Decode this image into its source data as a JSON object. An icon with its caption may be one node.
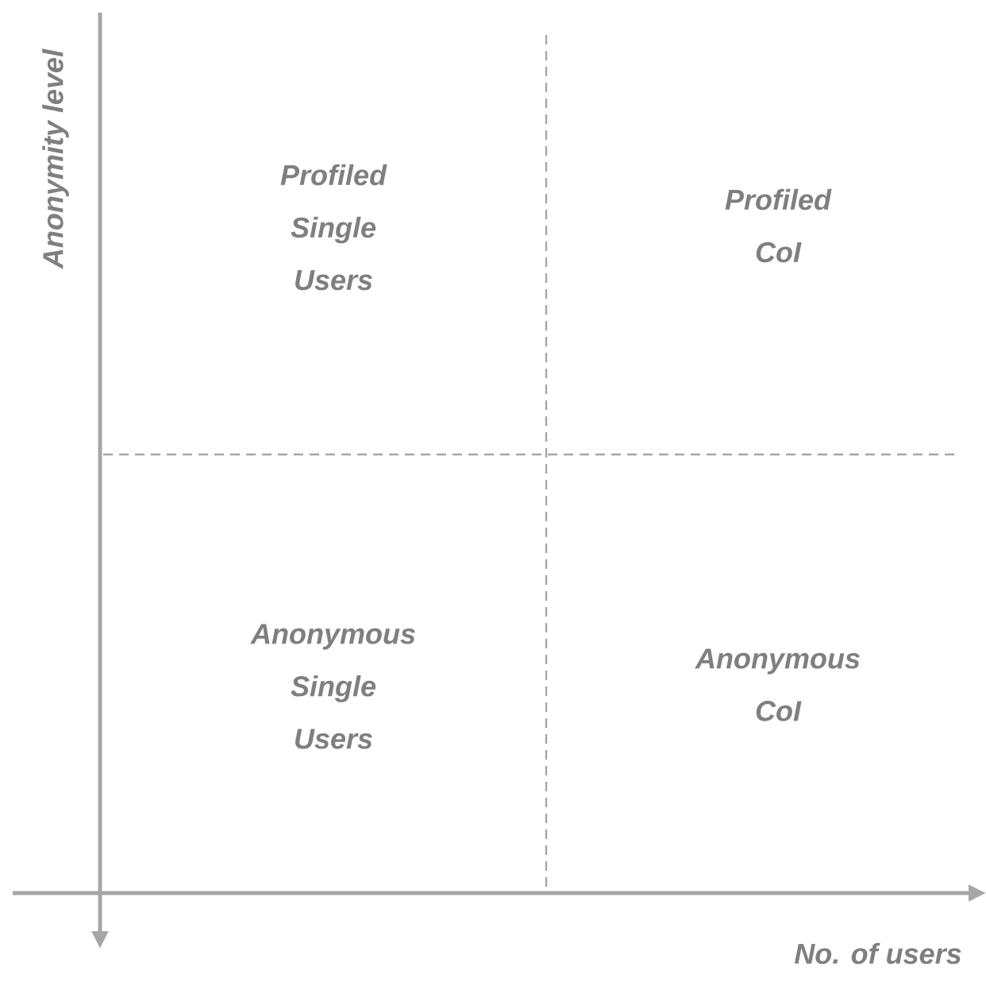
{
  "diagram": {
    "labels": [
      "Anonymity level",
      "Profiled Single Users",
      "Profiled CoI",
      "Anonymous Single Users",
      "Anonymous CoI",
      "No. of users"
    ]
  }
}
